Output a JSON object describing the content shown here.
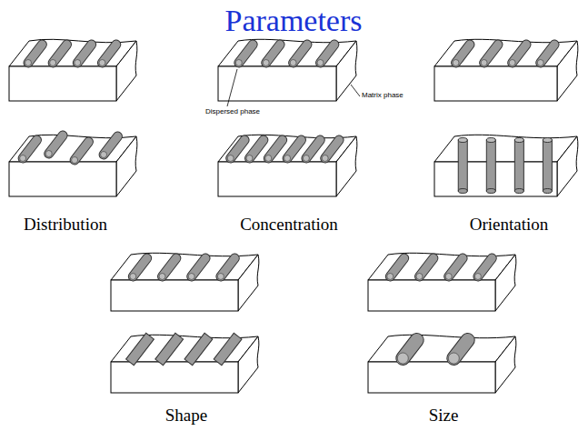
{
  "diagram": {
    "title": "Parameters",
    "labels": [
      "Distribution",
      "Dispersed phase",
      "Matrix phase",
      "Concentration",
      "Orientation",
      "Shape",
      "Size"
    ]
  }
}
